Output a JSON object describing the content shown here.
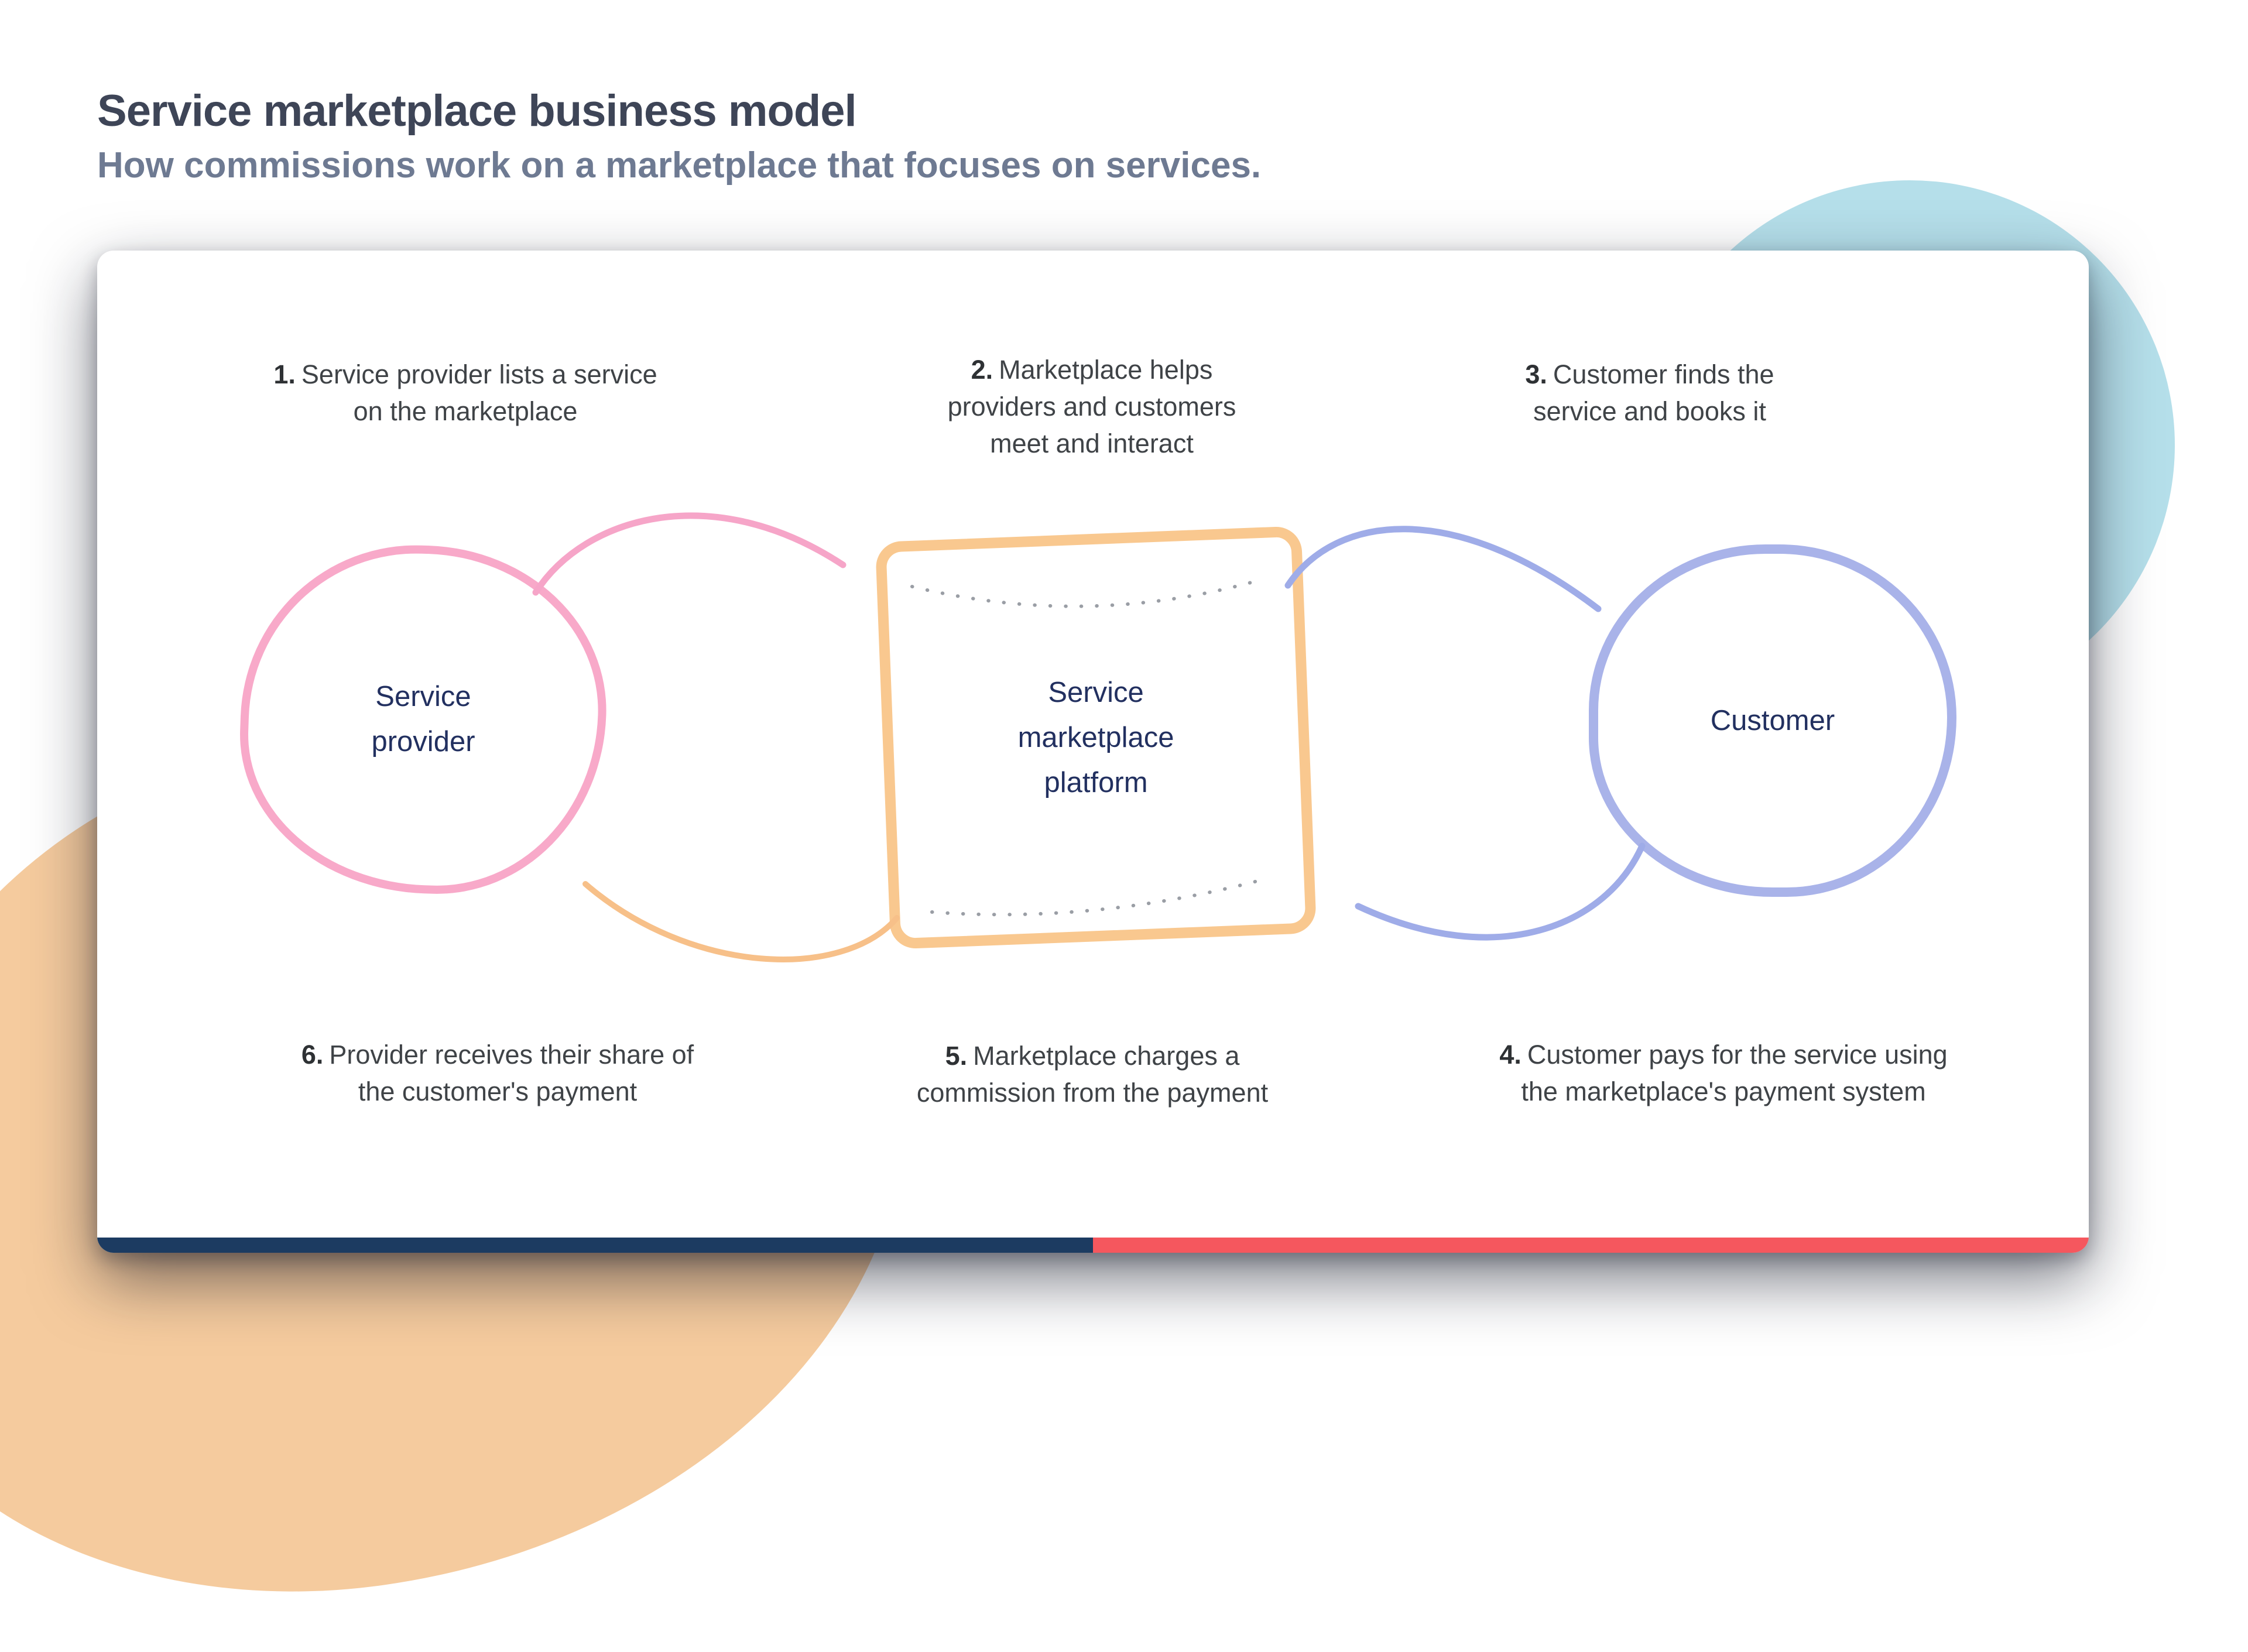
{
  "header": {
    "title": "Service marketplace business model",
    "subtitle": "How commissions work on a marketplace that focuses on services."
  },
  "nodes": {
    "provider": {
      "label": "Service provider"
    },
    "platform": {
      "label": "Service marketplace platform"
    },
    "customer": {
      "label": "Customer"
    }
  },
  "steps": [
    {
      "num": "1.",
      "text": "Service provider lists a service on the marketplace"
    },
    {
      "num": "2.",
      "text": "Marketplace helps providers and customers meet and interact"
    },
    {
      "num": "3.",
      "text": "Customer finds the service and books it"
    },
    {
      "num": "4.",
      "text": "Customer pays for the service using the marketplace's payment system"
    },
    {
      "num": "5.",
      "text": "Marketplace charges a commission from the payment"
    },
    {
      "num": "6.",
      "text": "Provider receives their share of the customer's payment"
    }
  ],
  "colors": {
    "provider_stroke": "#F8A9C9",
    "platform_stroke": "#F9C88F",
    "customer_stroke": "#A9B3E9",
    "arrow_pink": "#F6A5C8",
    "arrow_blue": "#9FACE8",
    "arrow_orange": "#F7C089",
    "node_text": "#223060",
    "bar_navy": "#1C3B61",
    "bar_coral": "#F5575E",
    "blob_blue": "#B5DFEA",
    "blob_peach": "#F5CB9E"
  }
}
